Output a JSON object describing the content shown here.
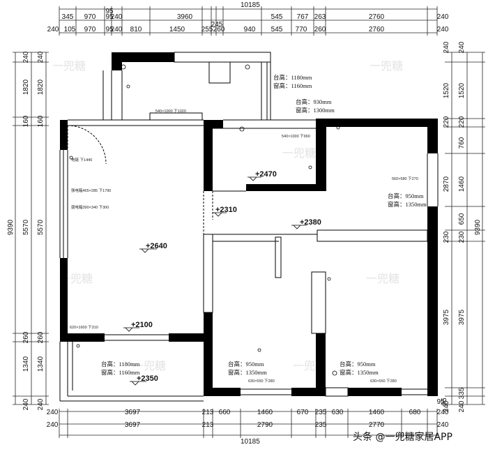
{
  "dims": {
    "top_total": "10185",
    "top_row1": [
      "345",
      "970",
      "95",
      "240",
      "3960",
      "545",
      "767",
      "263",
      "2760"
    ],
    "top_row1_extra": "95",
    "top_row2_left": [
      "240",
      "105",
      "970",
      "95",
      "240",
      "810",
      "1450",
      "255",
      "245",
      "260",
      "940",
      "545",
      "770",
      "260",
      "2760",
      "240"
    ],
    "top_row2_extra": "240",
    "bottom_row1": [
      "240",
      "3697",
      "213",
      "660",
      "1460",
      "670",
      "235",
      "630",
      "1460",
      "680",
      "95",
      "240"
    ],
    "bottom_row2": [
      "240",
      "3697",
      "213",
      "2790",
      "235",
      "2770",
      "240"
    ],
    "bottom_total": "10185",
    "left_outer": [
      "240",
      "1820",
      "160",
      "5570",
      "260",
      "1340",
      "240"
    ],
    "left_total": "9390",
    "left_inner": [
      "240",
      "1820",
      "160",
      "5570",
      "260",
      "1340",
      "240"
    ],
    "right_outer": [
      "240",
      "1520",
      "220",
      "760",
      "1460",
      "650",
      "230",
      "3975",
      "95",
      "335",
      "240"
    ],
    "right_total": "9390",
    "right_inner": [
      "240",
      "1520",
      "220",
      "2870",
      "230",
      "3975",
      "240"
    ]
  },
  "notes": {
    "balcony_sill": "台高：1180mm",
    "balcony_win": "窗高：1160mm",
    "kitchen_sill": "台高：930mm",
    "kitchen_win": "窗高：1300mm",
    "bed_ne_sill": "台高：950mm",
    "bed_ne_win": "窗高：1350mm",
    "bed_s1_sill": "台高：950mm",
    "bed_s1_win": "窗高：1350mm",
    "bed_s2_sill": "台高：950mm",
    "bed_s2_win": "窗高：1350mm",
    "south_bal_sill": "台高：1180mm",
    "south_bal_win": "窗高：1160mm"
  },
  "tiny": {
    "t1": "540×1000  下1020",
    "t2": "540×1000  下960",
    "t3": "电链    下1440",
    "t4": "强电箱465×285  下1790",
    "t5": "弱电箱390×340  下300",
    "t6": "560×580  下270",
    "t7": "620×1600  下310",
    "t8": "630×550  下280",
    "t9": "630×550  下280"
  },
  "levels": {
    "l1": "+2470",
    "l2": "+2310",
    "l3": "+2380",
    "l4": "+2640",
    "l5": "+2100",
    "l6": "+2350"
  },
  "watermarks": [
    "一兜糖",
    "一兜糖",
    "一兜糖",
    "一兜糖",
    "一兜糖",
    "一兜糖",
    "一兜糖"
  ],
  "footer": "头条 @一兜糖家居APP"
}
